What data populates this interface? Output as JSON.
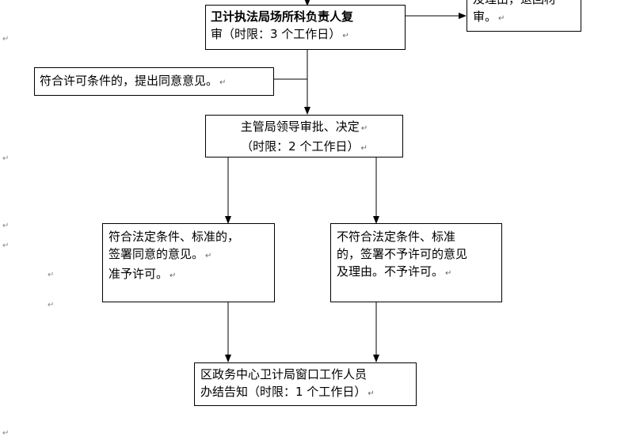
{
  "page_bg": "#ffffff",
  "para_mark": "↵",
  "boxes": {
    "review": {
      "line1": "卫计执法局场所科负责人复",
      "line2": "审（时限：3 个工作日）"
    },
    "side_top_right": {
      "line1": "及理由，退回材",
      "line2": "审。"
    },
    "agree": {
      "text": "符合许可条件的，提出同意意见。"
    },
    "approve": {
      "line1": "主管局领导审批、决定",
      "line2": "（时限：2 个工作日）"
    },
    "left_result": {
      "line1": "符合法定条件、标准的，",
      "line2": "签署同意的意见。",
      "line3": "准予许可。"
    },
    "right_result": {
      "line1": "不符合法定条件、标准",
      "line2": "的，签署不予许可的意见",
      "line3": "及理由。不予许可。"
    },
    "notify": {
      "line1": "区政务中心卫计局窗口工作人员",
      "line2": "办结告知（时限：1 个工作日）"
    }
  }
}
